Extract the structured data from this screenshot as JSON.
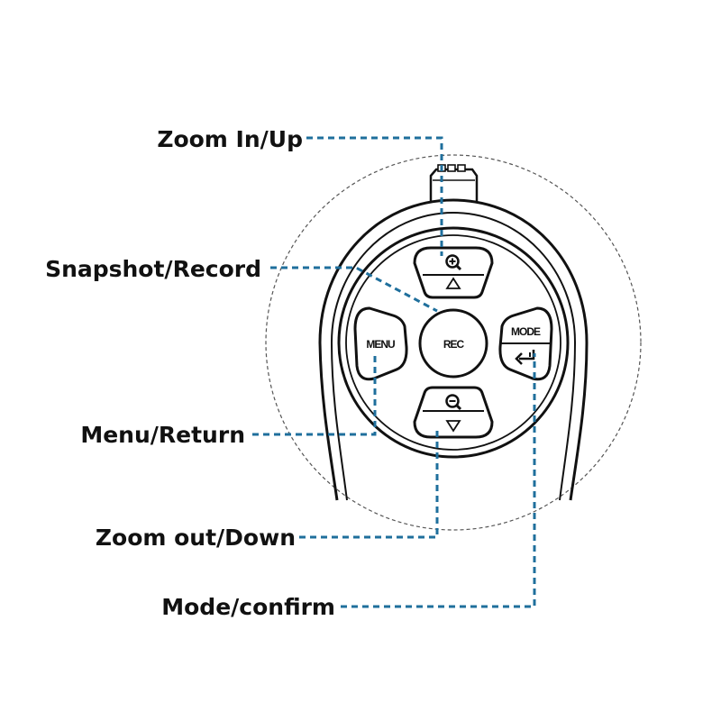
{
  "callouts": {
    "zoom_in_up": "Zoom In/Up",
    "snapshot_record": "Snapshot/Record",
    "menu_return": "Menu/Return",
    "zoom_out_down": "Zoom out/Down",
    "mode_confirm": "Mode/confirm"
  },
  "buttons": {
    "rec": "REC",
    "menu": "MENU",
    "mode": "MODE"
  },
  "icons": {
    "zoom_in": "magnifier-plus-icon",
    "up": "triangle-up-icon",
    "zoom_out": "magnifier-minus-icon",
    "down": "triangle-down-icon",
    "confirm": "enter-return-icon"
  },
  "colors": {
    "leader_line": "#1f6f9c",
    "outline": "#111111",
    "text": "#111111"
  }
}
